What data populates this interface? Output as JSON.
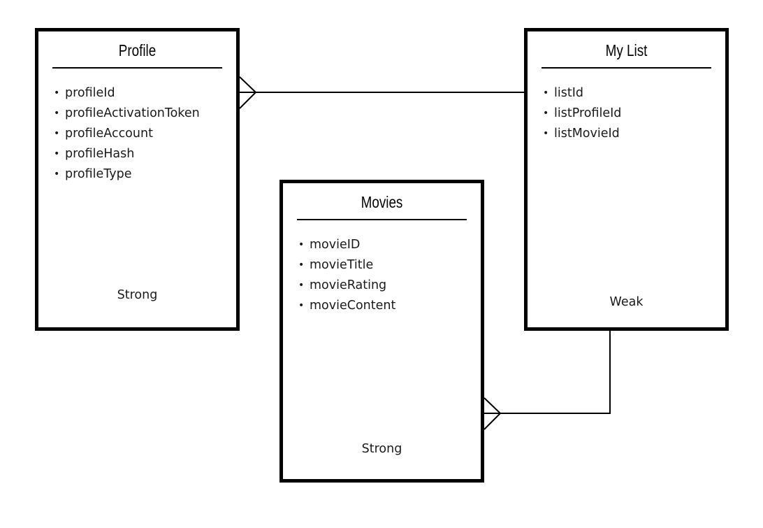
{
  "entities": {
    "profile": {
      "title": "Profile",
      "attributes": [
        "profileId",
        "profileActivationToken",
        "profileAccount",
        "profileHash",
        "profileType"
      ],
      "type": "Strong"
    },
    "my_list": {
      "title": "My List",
      "attributes": [
        "listId",
        "listProfileId",
        "listMovieId"
      ],
      "type": "Weak"
    },
    "movies": {
      "title": "Movies",
      "attributes": [
        "movieID",
        "movieTitle",
        "movieRating",
        "movieContent"
      ],
      "type": "Strong"
    }
  },
  "relationships": [
    {
      "from": "My List",
      "to": "Profile",
      "many_end": "Profile"
    },
    {
      "from": "My List",
      "to": "Movies",
      "many_end": "Movies"
    }
  ],
  "colors": {
    "border": "#000000",
    "background": "#ffffff",
    "text": "#1a1a1a"
  },
  "bullet_glyph": "•"
}
